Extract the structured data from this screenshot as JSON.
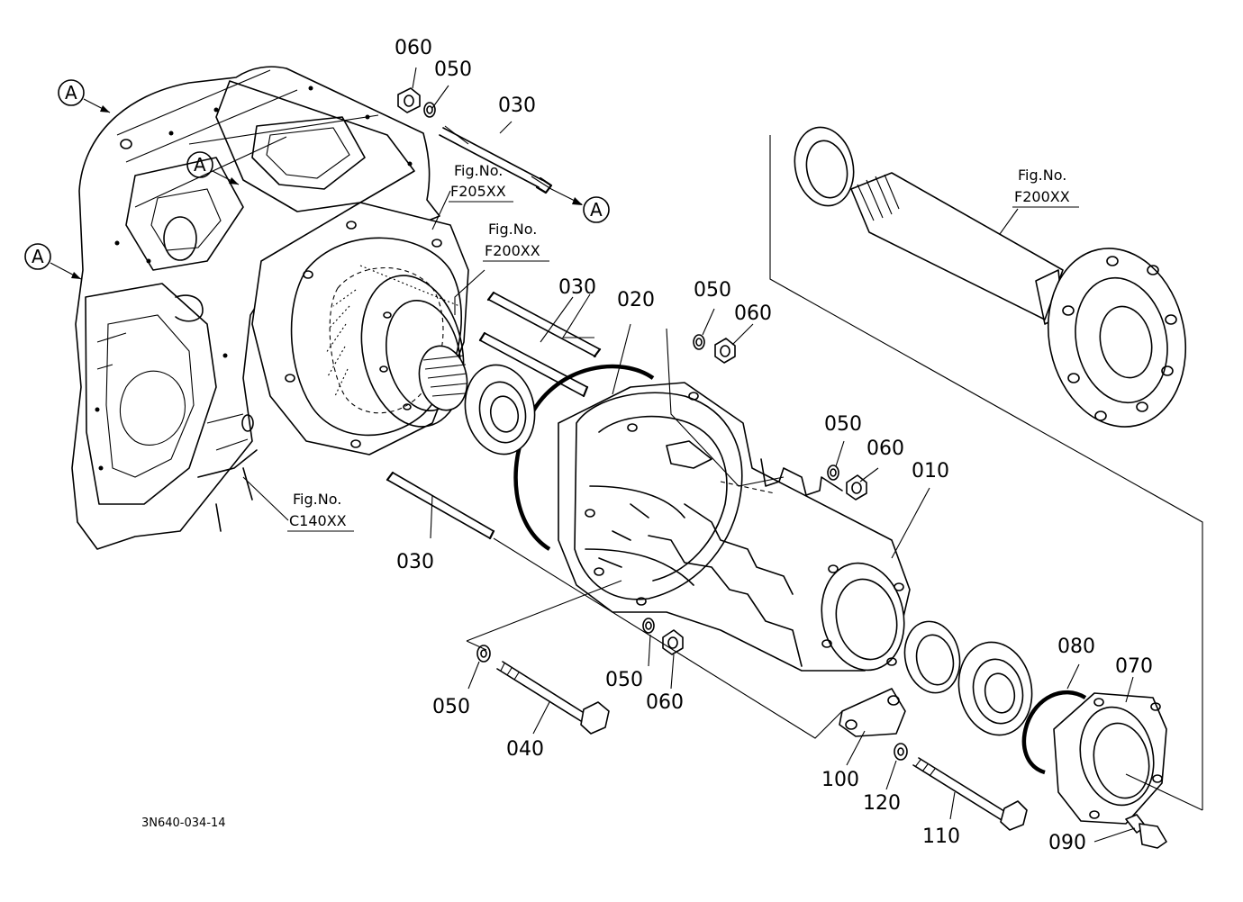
{
  "diagram": {
    "drawing_code": "3N640-034-14",
    "reference_mark": "A",
    "part_labels": [
      {
        "id": "p060a",
        "text": "060"
      },
      {
        "id": "p050a",
        "text": "050"
      },
      {
        "id": "p030a",
        "text": "030"
      },
      {
        "id": "p030b",
        "text": "030"
      },
      {
        "id": "p020",
        "text": "020"
      },
      {
        "id": "p050b",
        "text": "050"
      },
      {
        "id": "p060b",
        "text": "060"
      },
      {
        "id": "p050c",
        "text": "050"
      },
      {
        "id": "p060c",
        "text": "060"
      },
      {
        "id": "p010",
        "text": "010"
      },
      {
        "id": "p030c",
        "text": "030"
      },
      {
        "id": "p050d",
        "text": "050"
      },
      {
        "id": "p060d",
        "text": "060"
      },
      {
        "id": "p050e",
        "text": "050"
      },
      {
        "id": "p040",
        "text": "040"
      },
      {
        "id": "p080",
        "text": "080"
      },
      {
        "id": "p070",
        "text": "070"
      },
      {
        "id": "p100",
        "text": "100"
      },
      {
        "id": "p120",
        "text": "120"
      },
      {
        "id": "p110",
        "text": "110"
      },
      {
        "id": "p090",
        "text": "090"
      }
    ],
    "figure_refs": [
      {
        "id": "f205",
        "title": "Fig.No.",
        "code": "F205XX"
      },
      {
        "id": "f200a",
        "title": "Fig.No.",
        "code": "F200XX"
      },
      {
        "id": "f200b",
        "title": "Fig.No.",
        "code": "F200XX"
      },
      {
        "id": "c140",
        "title": "Fig.No.",
        "code": "C140XX"
      }
    ]
  }
}
